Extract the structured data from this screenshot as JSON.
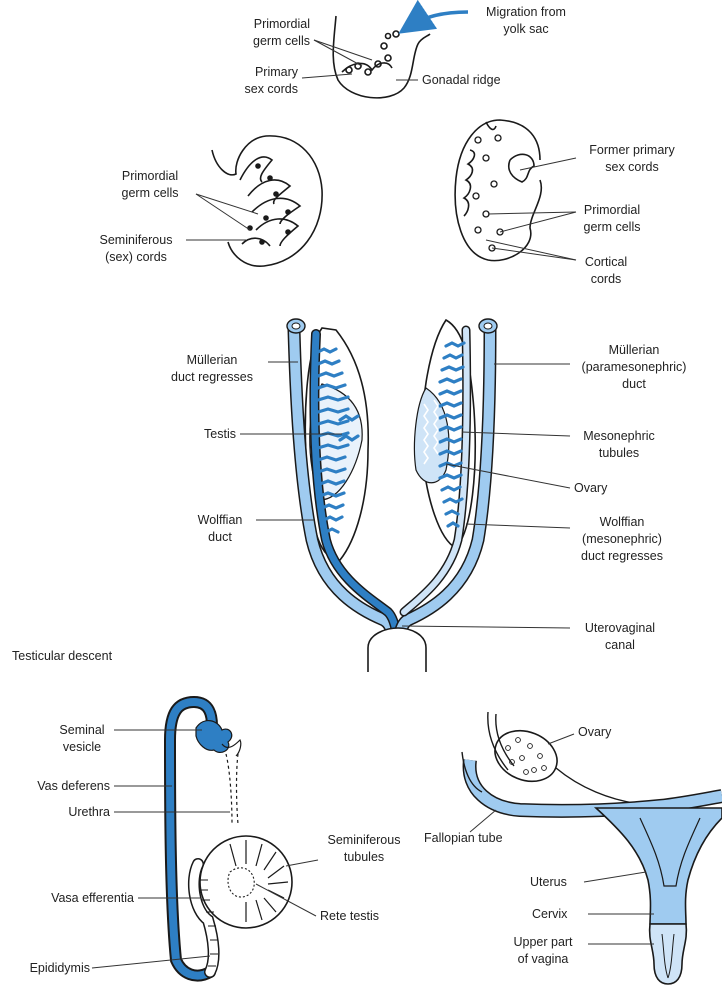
{
  "colors": {
    "outline": "#1a1a1a",
    "duct_dark": "#2e7fc4",
    "duct_light": "#9fcbf0",
    "duct_pale": "#cfe4f7",
    "label_line": "#333333"
  },
  "icons": {
    "migration_arrow": "arrow-curved-left-icon"
  },
  "top_panel": {
    "labels": {
      "primordial_germ_cells": "Primordial\ngerm cells",
      "primary_sex_cords": "Primary\nsex cords",
      "migration": "Migration from\nyolk sac",
      "gonadal_ridge": "Gonadal ridge"
    }
  },
  "second_panel": {
    "male": {
      "primordial_germ_cells": "Primordial\ngerm cells",
      "seminiferous_cords": "Seminiferous\n(sex) cords"
    },
    "female": {
      "former_primary": "Former primary\nsex cords",
      "primordial_germ_cells": "Primordial\ngerm cells",
      "cortical_cords": "Cortical\ncords"
    }
  },
  "third_panel": {
    "mullerian_regresses": "Müllerian\nduct regresses",
    "testis": "Testis",
    "wolffian_duct": "Wolffian\nduct",
    "mullerian_paramesonephric": "Müllerian\n(paramesonephric)\nduct",
    "mesonephric_tubules": "Mesonephric\ntubules",
    "ovary": "Ovary",
    "wolffian_regresses": "Wolffian\n(mesonephric)\nduct regresses",
    "uterovaginal": "Uterovaginal\ncanal"
  },
  "section_title": "Testicular descent",
  "bottom_male": {
    "seminal_vesicle": "Seminal\nvesicle",
    "vas_deferens": "Vas deferens",
    "urethra": "Urethra",
    "seminiferous_tubules": "Seminiferous\ntubules",
    "vasa_efferentia": "Vasa efferentia",
    "rete_testis": "Rete testis",
    "epididymis": "Epididymis"
  },
  "bottom_female": {
    "ovary": "Ovary",
    "fallopian_tube": "Fallopian tube",
    "uterus": "Uterus",
    "cervix": "Cervix",
    "upper_vagina": "Upper part\nof vagina"
  }
}
